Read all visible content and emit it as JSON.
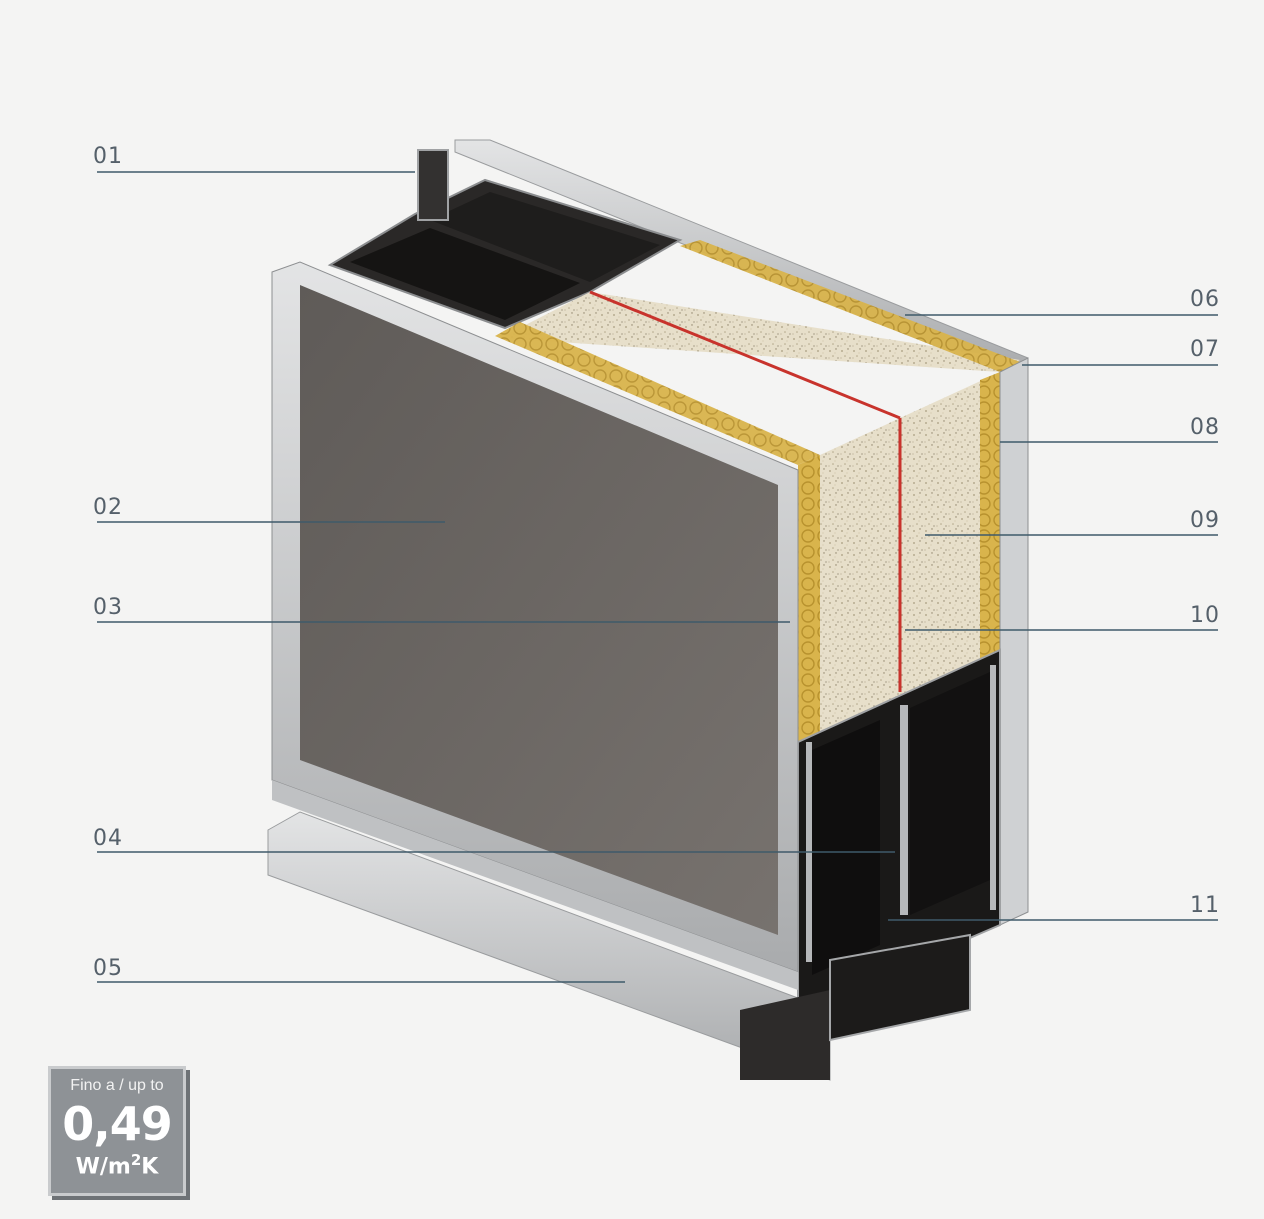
{
  "callouts": [
    {
      "id": "01",
      "text": "01"
    },
    {
      "id": "02",
      "text": "02"
    },
    {
      "id": "03",
      "text": "03"
    },
    {
      "id": "04",
      "text": "04"
    },
    {
      "id": "05",
      "text": "05"
    },
    {
      "id": "06",
      "text": "06"
    },
    {
      "id": "07",
      "text": "07"
    },
    {
      "id": "08",
      "text": "08"
    },
    {
      "id": "09",
      "text": "09"
    },
    {
      "id": "10",
      "text": "10"
    },
    {
      "id": "11",
      "text": "11"
    }
  ],
  "badge": {
    "prefix": "Fino a / up to",
    "value": "0,49",
    "unit_base": "W/m",
    "unit_exp": "2",
    "unit_tail": "K"
  },
  "colors": {
    "background": "#f4f4f3",
    "panel": "#6b6764",
    "aluminium": "#c8cacc",
    "insulation_core": "#e6ddc8",
    "insulation_edge": "#d8b24a",
    "thermal_break": "#c8332c",
    "profile_dark": "#1c1b1a",
    "leader": "#3f5a6a",
    "badge": "#8e9296"
  }
}
